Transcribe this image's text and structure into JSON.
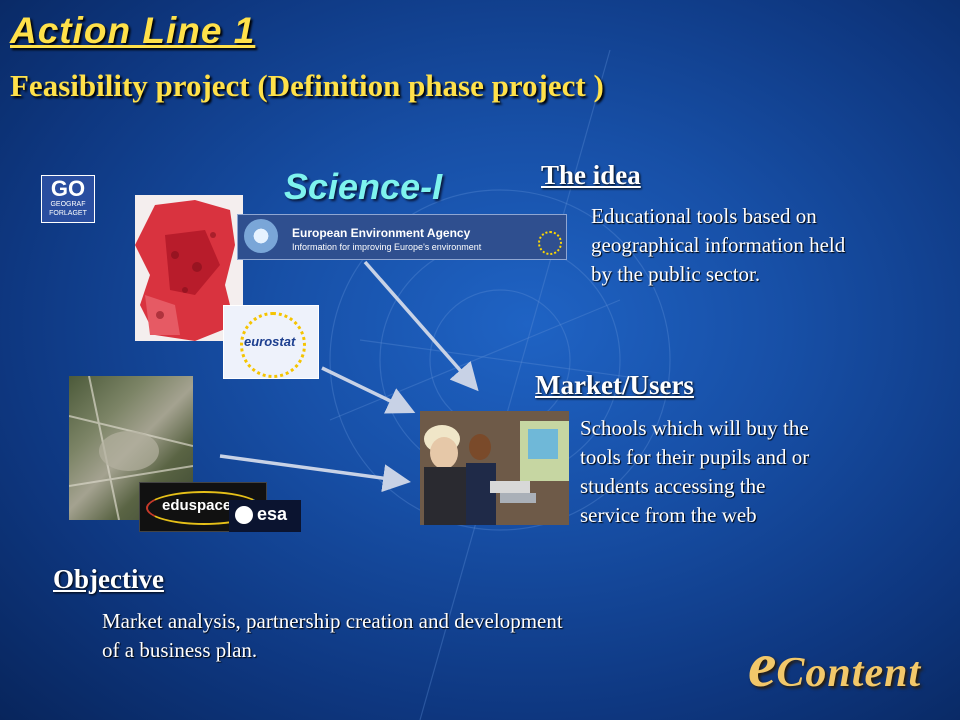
{
  "header": {
    "title": "Action Line 1",
    "subtitle": "Feasibility project (Definition phase project )"
  },
  "science_label": "Science-I",
  "logos": {
    "geograf": {
      "line1": "GO",
      "line2": "GEOGRAF",
      "line3": "FORLAGET"
    },
    "eea": {
      "name": "European Environment Agency",
      "tagline": "Information for improving Europe's environment"
    },
    "eurostat": {
      "text": "eurostat"
    },
    "eduspace": {
      "text": "eduspace"
    },
    "esa": {
      "text": "esa"
    }
  },
  "idea": {
    "heading": "The idea",
    "lines": [
      "Educational tools based on",
      "geographical information held",
      "by the public sector."
    ]
  },
  "market": {
    "heading": "Market/Users",
    "lines": [
      "Schools which will buy the",
      "tools for their pupils and or",
      "students accessing the",
      "service from the web"
    ]
  },
  "objective": {
    "heading": "Objective",
    "lines": [
      "Market analysis, partnership creation and development",
      "of a business plan."
    ]
  },
  "brand": {
    "e": "e",
    "rest": "Content"
  },
  "colors": {
    "title": "#ffe14a",
    "science": "#7ef3ee",
    "brand": "#f2c86a",
    "arrow": "#c8d2e6"
  }
}
